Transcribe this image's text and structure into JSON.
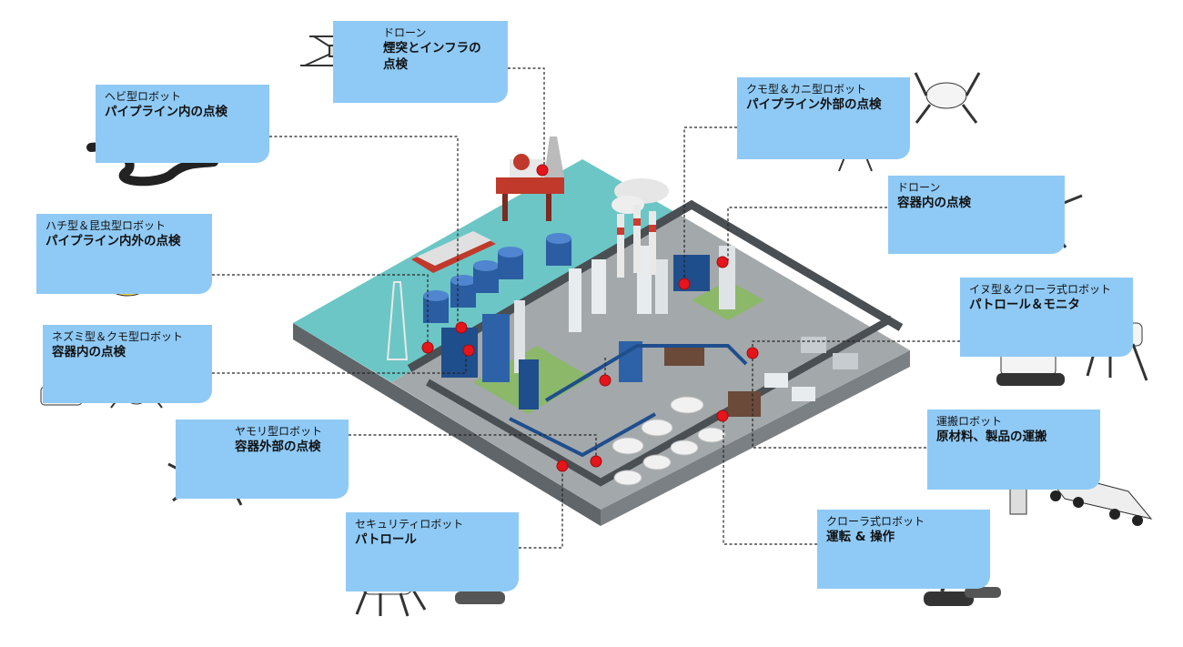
{
  "cards": {
    "drone_chimney": {
      "sub": "ドローン",
      "main": "煙突とインフラの\n点検"
    },
    "snake": {
      "sub": "ヘビ型ロボット",
      "main": "パイプライン内の点検"
    },
    "bee": {
      "sub": "ハチ型＆昆虫型ロボット",
      "main": "パイプライン内外の点検"
    },
    "mouse": {
      "sub": "ネズミ型＆クモ型ロボット",
      "main": "容器内の点検"
    },
    "gecko": {
      "sub": "ヤモリ型ロボット",
      "main": "容器外部の点検"
    },
    "security": {
      "sub": "セキュリティロボット",
      "main": "パトロール"
    },
    "spider_crab": {
      "sub": "クモ型＆カニ型ロボット",
      "main": "パイプライン外部の点検"
    },
    "drone_vessel": {
      "sub": "ドローン",
      "main": "容器内の点検"
    },
    "dog_crawler": {
      "sub": "イヌ型＆クローラ式ロボット",
      "main": "パトロール＆モニタ"
    },
    "transport": {
      "sub": "運搬ロボット",
      "main": "原材料、製品の運搬"
    },
    "crawler": {
      "sub": "クローラ式ロボット",
      "main": "運転 & 操作"
    }
  },
  "colors": {
    "card_bg": "#8fcaf6",
    "marker": "#e4151b",
    "sea": "#6cc6c6",
    "ground": "#9aa0a4",
    "pipe_blue": "#1f4e8c"
  }
}
